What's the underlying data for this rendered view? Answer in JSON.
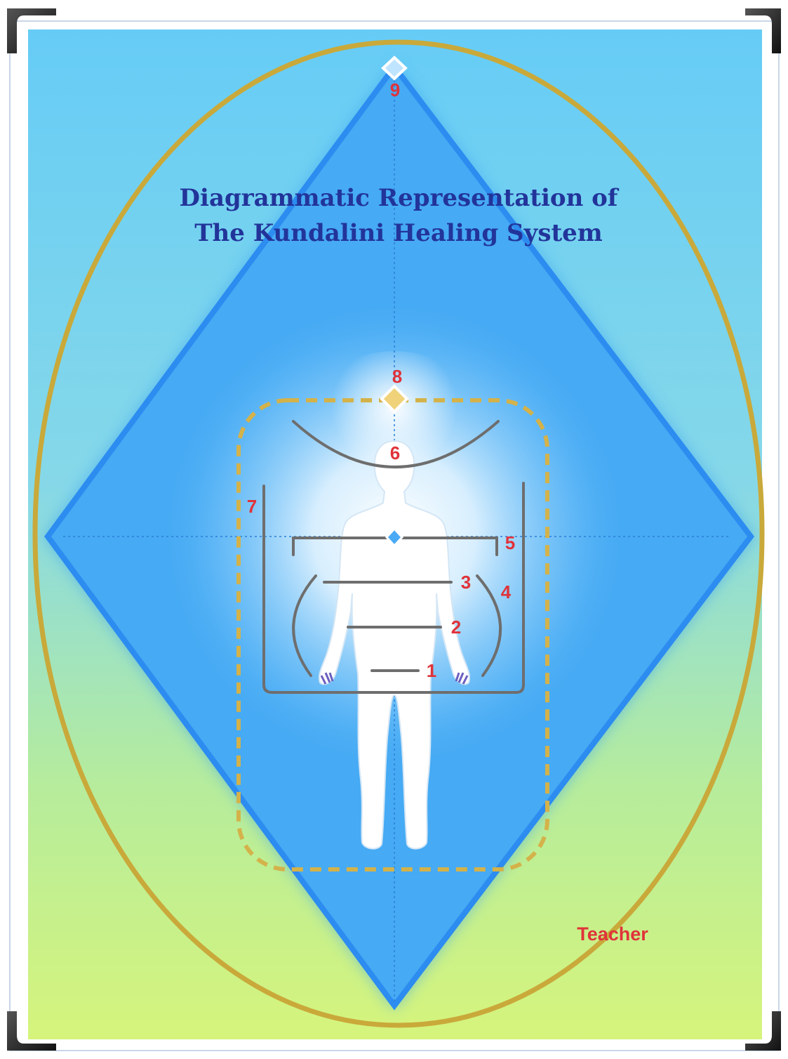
{
  "title": {
    "line1": "Diagrammatic Representation of",
    "line2": "The Kundalini Healing System"
  },
  "labels": {
    "n1": "1",
    "n2": "2",
    "n3": "3",
    "n4": "4",
    "n5": "5",
    "n6": "6",
    "n7": "7",
    "n8": "8",
    "n9": "9"
  },
  "footer_label": "Teacher",
  "colors": {
    "background_top": "#5cc8f5",
    "background_bottom": "#d8f57a",
    "diamond": "#3fa6f2",
    "diamond_edge": "#2f8ff0",
    "ellipse": "#c9a93a",
    "dashed_frame": "#d4b24a",
    "bars": "#777777",
    "numbers": "#e0333a",
    "title": "#22349a"
  },
  "icons": {
    "top_point": "diamond-marker-icon",
    "crown_point": "diamond-marker-icon",
    "center_point": "diamond-marker-icon",
    "figure": "human-figure-icon",
    "corners": "photo-corner-icon"
  }
}
